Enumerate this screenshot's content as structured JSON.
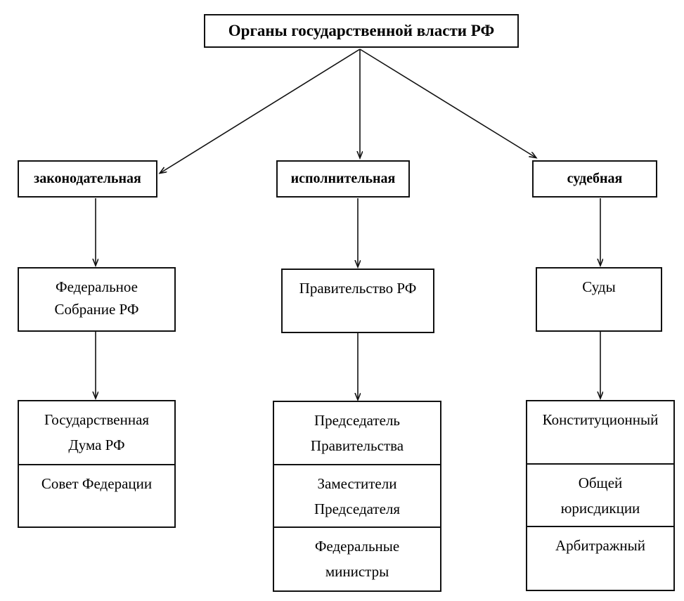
{
  "diagram": {
    "title_node": {
      "label": "Органы государственной власти РФ"
    },
    "branches": [
      {
        "label": "законодательная"
      },
      {
        "label": "исполнительная"
      },
      {
        "label": "судебная"
      }
    ],
    "organs": [
      {
        "line1": "Федеральное",
        "line2": "Собрание РФ"
      },
      {
        "line1": "Правительство РФ",
        "line2": ""
      },
      {
        "line1": "Суды",
        "line2": ""
      }
    ],
    "stacks": [
      {
        "name": "legislative-bodies",
        "cells": [
          {
            "line1": "Государственная",
            "line2": "Дума РФ"
          },
          {
            "line1": "Совет Федерации",
            "line2": ""
          }
        ]
      },
      {
        "name": "executive-bodies",
        "cells": [
          {
            "line1": "Председатель",
            "line2": "Правительства"
          },
          {
            "line1": "Заместители",
            "line2": "Председателя"
          },
          {
            "line1": "Федеральные",
            "line2": "министры"
          }
        ]
      },
      {
        "name": "judicial-bodies",
        "cells": [
          {
            "line1": "Конституционный",
            "line2": ""
          },
          {
            "line1": "Общей",
            "line2": "юрисдикции"
          },
          {
            "line1": "Арбитражный",
            "line2": ""
          }
        ]
      }
    ],
    "colors": {
      "stroke": "#111111",
      "background": "#ffffff",
      "text": "#000000"
    }
  }
}
